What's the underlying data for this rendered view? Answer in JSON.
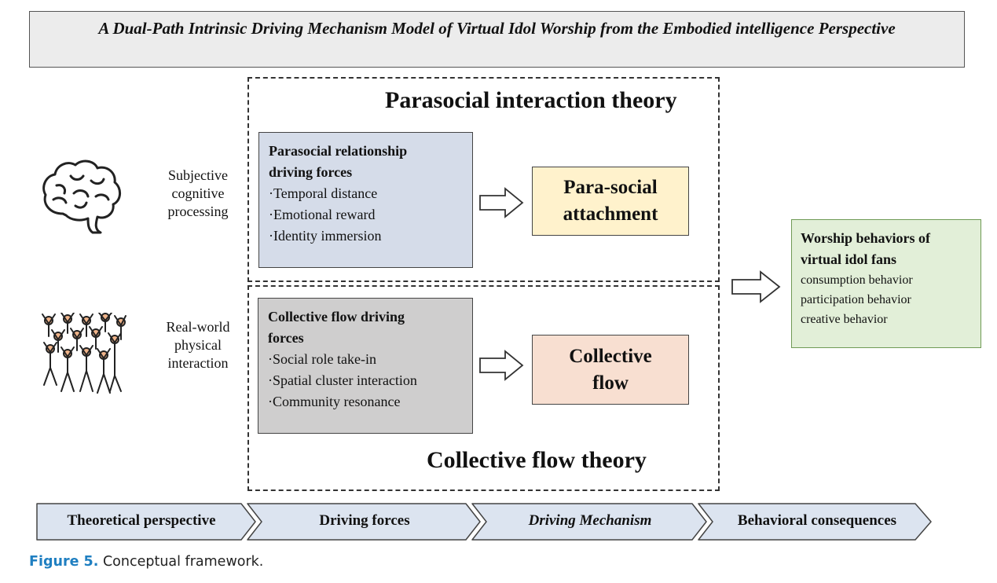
{
  "title": "A Dual-Path Intrinsic Driving Mechanism Model of Virtual Idol Worship from the Embodied intelligence Perspective",
  "theories": {
    "top": "Parasocial interaction theory",
    "bottom": "Collective flow theory"
  },
  "perspectives": {
    "top": [
      "Subjective",
      "cognitive",
      "processing"
    ],
    "bottom": [
      "Real-world",
      "physical",
      "interaction"
    ]
  },
  "driving_forces": {
    "top": {
      "heading": [
        "Parasocial relationship",
        "driving forces"
      ],
      "items": [
        "·Temporal distance",
        "·Emotional reward",
        "·Identity immersion"
      ]
    },
    "bottom": {
      "heading": [
        "Collective flow driving",
        "forces"
      ],
      "items": [
        "·Social role take-in",
        "·Spatial cluster interaction",
        "·Community resonance"
      ]
    }
  },
  "mechanisms": {
    "top": [
      "Para-social",
      "attachment"
    ],
    "bottom": [
      "Collective",
      "flow"
    ]
  },
  "consequences": {
    "heading": [
      "Worship behaviors of",
      "virtual idol fans"
    ],
    "items": [
      "consumption behavior",
      "participation behavior",
      "creative behavior"
    ]
  },
  "stages": [
    "Theoretical perspective",
    "Driving forces",
    "Driving Mechanism",
    "Behavioral consequences"
  ],
  "caption": {
    "label": "Figure 5.",
    "text": "Conceptual framework."
  },
  "colors": {
    "force_top": "#d5dce9",
    "force_bottom": "#cfcece",
    "mechanism_top": "#fff2cc",
    "mechanism_bottom": "#f8dfd1",
    "consequence": "#e2efd8",
    "stage_fill": "#dce4f0",
    "caption_label": "#1f7fc1"
  },
  "icons": {
    "top": "brain-icon",
    "bottom": "crowd-icon"
  }
}
